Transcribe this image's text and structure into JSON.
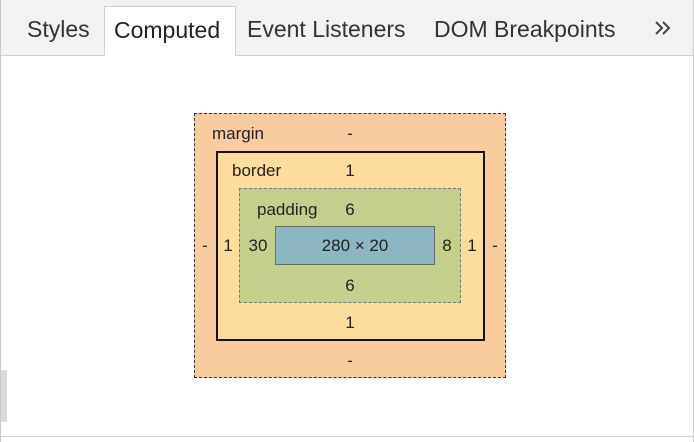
{
  "tabs": {
    "styles": "Styles",
    "computed": "Computed",
    "event_listeners": "Event Listeners",
    "dom_breakpoints": "DOM Breakpoints",
    "overflow": "»"
  },
  "box_model": {
    "margin": {
      "label": "margin",
      "top": "-",
      "right": "-",
      "bottom": "-",
      "left": "-"
    },
    "border": {
      "label": "border",
      "top": "1",
      "right": "1",
      "bottom": "1",
      "left": "1"
    },
    "padding": {
      "label": "padding",
      "top": "6",
      "right": "8",
      "bottom": "6",
      "left": "30"
    },
    "content": {
      "size": "280 × 20"
    }
  },
  "colors": {
    "margin": "#f9cc9d",
    "border": "#fddd9b",
    "padding": "#c3d08b",
    "content": "#8cb6c0"
  }
}
